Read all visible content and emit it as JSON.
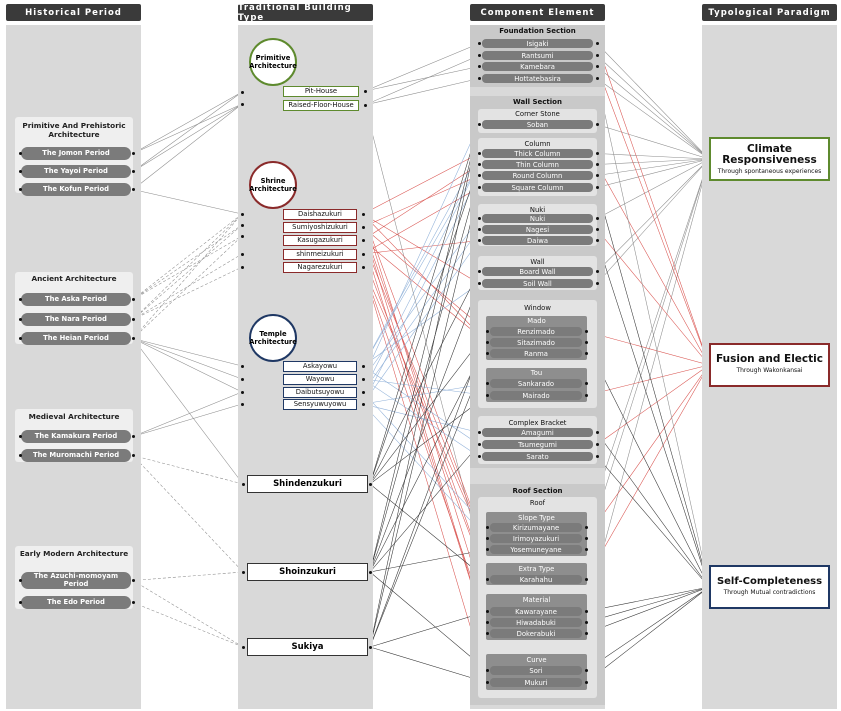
{
  "headers": {
    "period": "Historical Period",
    "building": "Traditional Building Type",
    "component": "Component Element",
    "paradigm": "Typological Paradigm"
  },
  "periods": [
    {
      "label": "Primitive And Prehistoric Architecture",
      "items": [
        "The Jomon Period",
        "The Yayoi Period",
        "The Kofun Period"
      ]
    },
    {
      "label": "Ancient Architecture",
      "items": [
        "The Aska Period",
        "The Nara Period",
        "The Heian Period"
      ]
    },
    {
      "label": "Medieval Architecture",
      "items": [
        "The Kamakura Period",
        "The Muromachi Period"
      ]
    },
    {
      "label": "Early Modern Architecture",
      "items": [
        "The Azuchi-momoyam Period",
        "The Edo Period"
      ]
    }
  ],
  "building_groups": [
    {
      "label": "Primitive Architecture",
      "color": "#5e8a2e",
      "items": [
        "Pit-House",
        "Raised-Floor-House"
      ]
    },
    {
      "label": "Shrine Architecture",
      "color": "#8a2a2a",
      "items": [
        "Daishazukuri",
        "Sumiyoshizukuri",
        "Kasugazukuri",
        "shinmeizukuri",
        "Nagarezukuri"
      ]
    },
    {
      "label": "Temple Architecture",
      "color": "#1f3864",
      "items": [
        "Askayowu",
        "Wayowu",
        "Daibutsuyowu",
        "Sensyuwuyowu"
      ]
    }
  ],
  "building_single": [
    "Shindenzukuri",
    "Shoinzukuri",
    "Sukiya"
  ],
  "components": {
    "foundation": {
      "label": "Foundation Section",
      "items": [
        "Isigaki",
        "Rantsumi",
        "Kamebara",
        "Hottatebasira"
      ]
    },
    "wall": {
      "label": "Wall Section",
      "corner": {
        "label": "Corner Stone",
        "items": [
          "Soban"
        ]
      },
      "column": {
        "label": "Column",
        "items": [
          "Thick Column",
          "Thin Column",
          "Round Column",
          "Square Column"
        ]
      },
      "nuki": {
        "label": "Nuki",
        "items": [
          "Nuki",
          "Nagesi",
          "Daiwa"
        ]
      },
      "wall": {
        "label": "Wall",
        "items": [
          "Board Wall",
          "Soil Wall"
        ]
      },
      "window": {
        "label": "Window",
        "mado_label": "Mado",
        "mado": [
          "Renzimado",
          "Sitazimado",
          "Ranma"
        ],
        "tou_label": "Tou",
        "tou": [
          "Sankarado",
          "Mairado"
        ]
      },
      "bracket": {
        "label": "Complex Bracket",
        "items": [
          "Amagumi",
          "Tsumegumi",
          "Sarato"
        ]
      }
    },
    "roof": {
      "label": "Roof Section",
      "roof_label": "Roof",
      "slope": {
        "label": "Slope Type",
        "items": [
          "Kirizumayane",
          "Irimoyazukuri",
          "Yosemuneyane"
        ]
      },
      "extra": {
        "label": "Extra Type",
        "items": [
          "Karahahu"
        ]
      },
      "material": {
        "label": "Material",
        "items": [
          "Kawarayane",
          "Hiwadabuki",
          "Dokerabuki"
        ]
      },
      "curve": {
        "label": "Curve",
        "items": [
          "Sori",
          "Mukuri"
        ]
      }
    }
  },
  "paradigms": [
    {
      "title": "Climate Responsiveness",
      "subtitle": "Through spontaneous experiences",
      "color": "#5e8a2e"
    },
    {
      "title": "Fusion and Electic",
      "subtitle": "Through Wakonkansai",
      "color": "#8a2a2a"
    },
    {
      "title": "Self-Completeness",
      "subtitle": "Through Mutual contradictions",
      "color": "#1f3864"
    }
  ],
  "colors": {
    "header_bg": "#3a3a3a",
    "column_bg": "#d9d9d9",
    "pill": "#7b7b7b",
    "line_grey": "#8c8c8c",
    "line_red": "#d9534f",
    "line_blue": "#8fb0d8",
    "line_dark": "#333333"
  }
}
